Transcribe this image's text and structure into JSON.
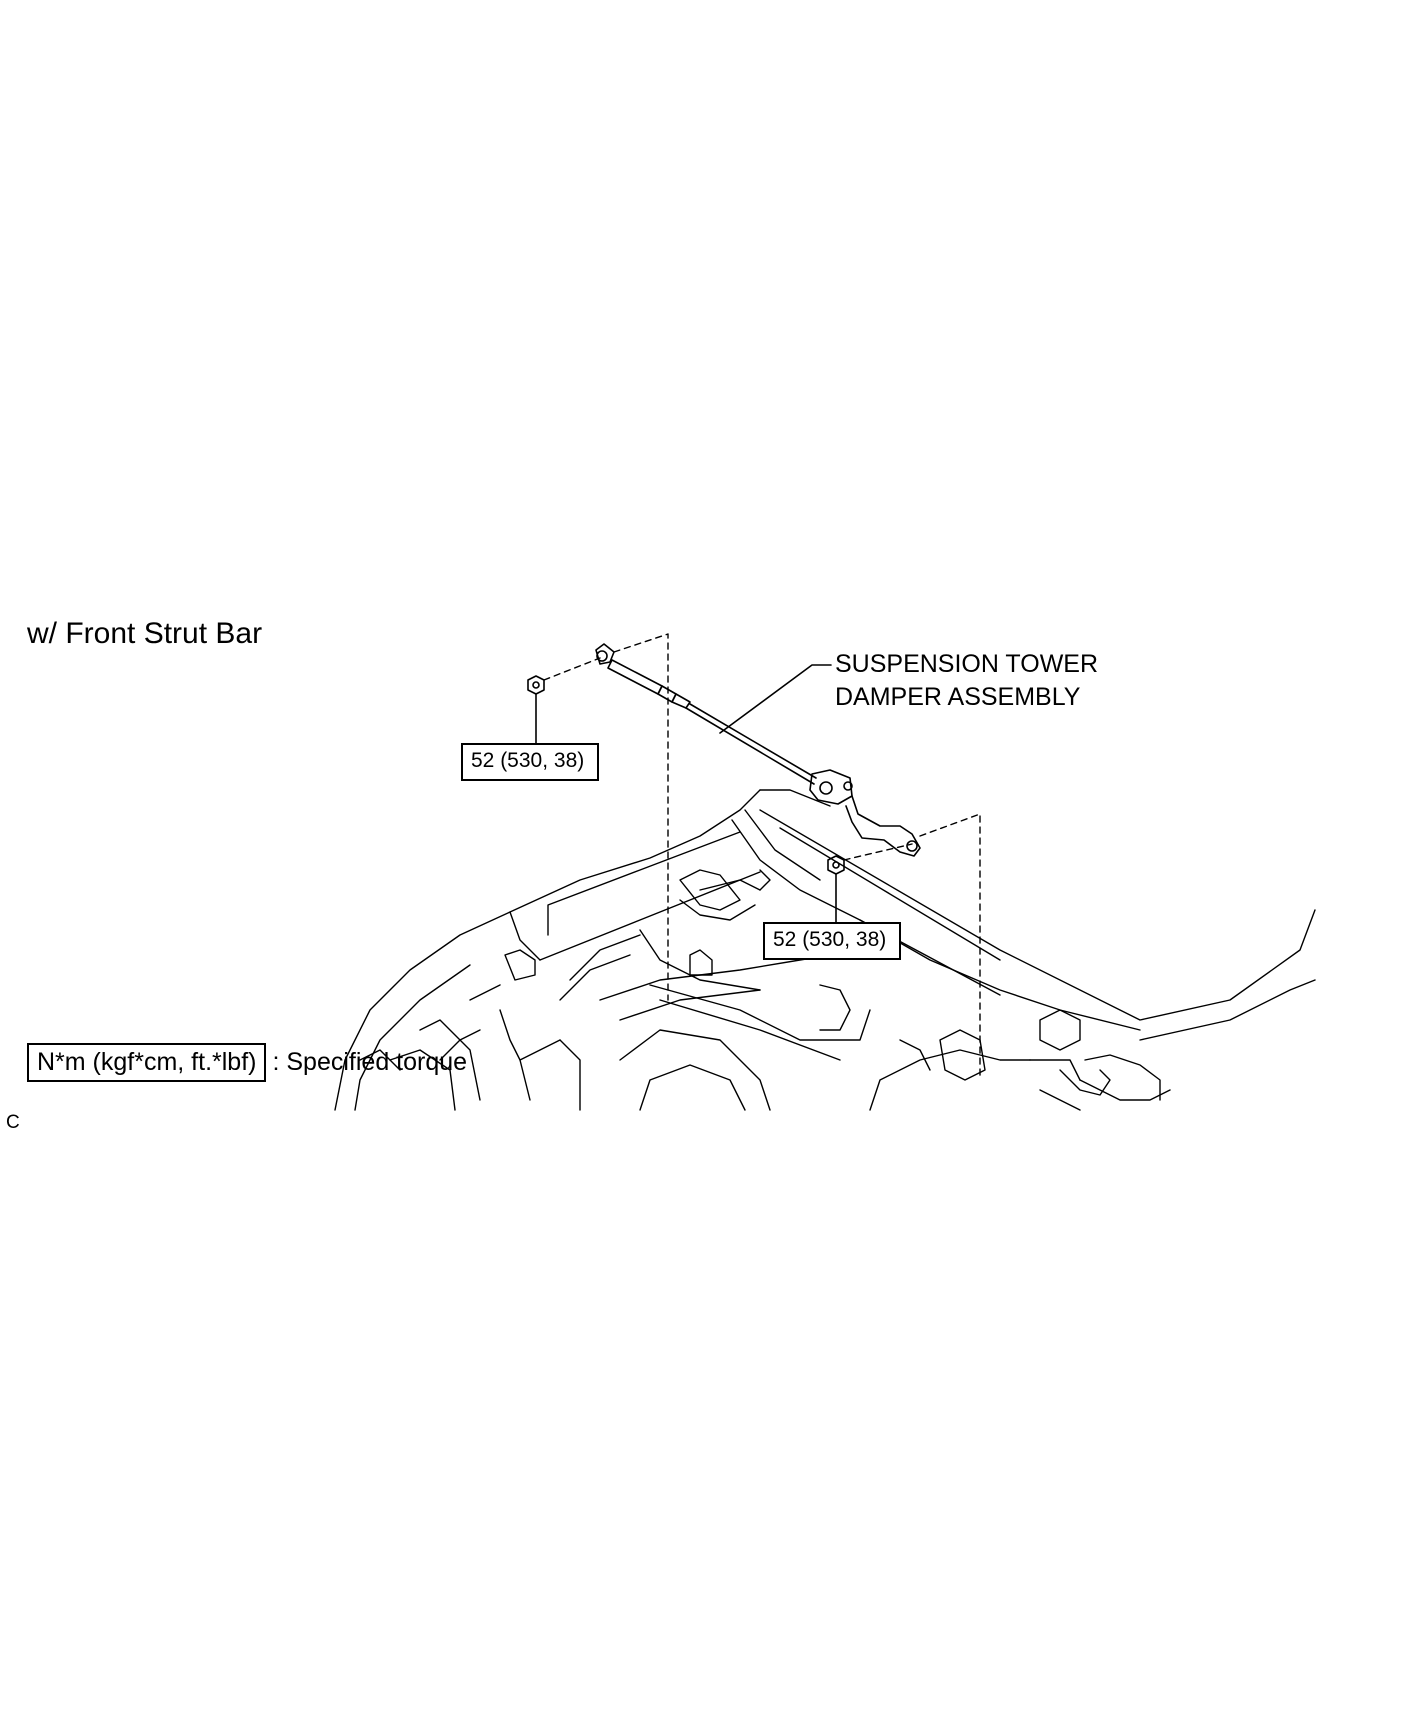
{
  "heading": "w/ Front Strut Bar",
  "callout": {
    "line1": "SUSPENSION TOWER",
    "line2": "DAMPER ASSEMBLY"
  },
  "torque_labels": [
    {
      "value": "52 (530, 38)"
    },
    {
      "value": "52 (530, 38)"
    }
  ],
  "legend": {
    "units": "N*m (kgf*cm, ft.*lbf)",
    "description": ": Specified torque"
  },
  "figure_code": "C"
}
